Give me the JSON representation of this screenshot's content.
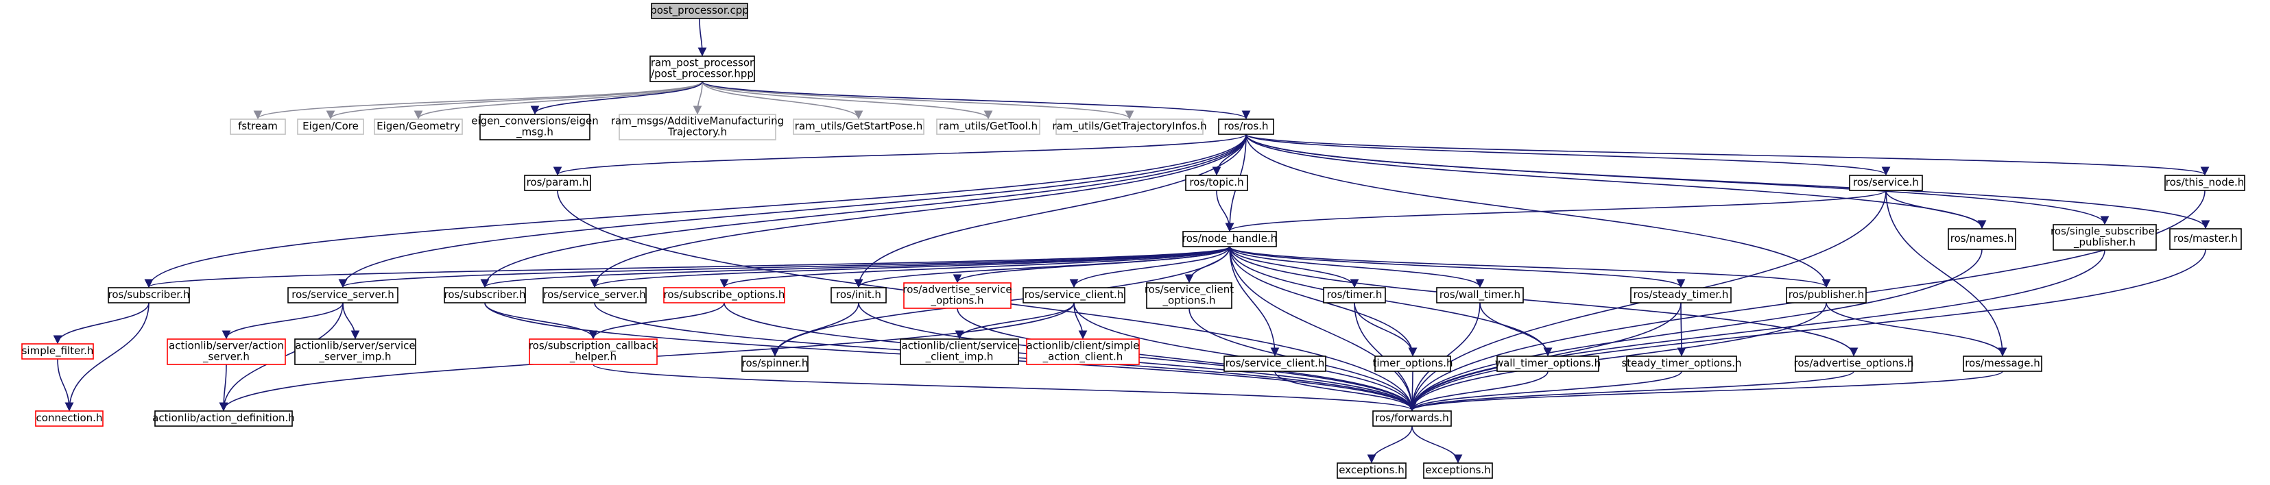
{
  "colors": {
    "edge": "#191970",
    "edge_light": "#8c8c9a",
    "root_fill": "#bfbfbf",
    "normal_border": "#000000",
    "truncated_border": "#ff0000",
    "external_border": "#bfbfbf",
    "external_text": "#8c8c8c"
  },
  "nodes": [
    {
      "id": "post_processor_cpp",
      "style": "root",
      "lines": [
        "post_processor.cpp"
      ]
    },
    {
      "id": "ram_pp_hpp",
      "style": "normal",
      "lines": [
        "ram_post_processor",
        "/post_processor.hpp"
      ]
    },
    {
      "id": "fstream",
      "style": "external",
      "lines": [
        "fstream"
      ]
    },
    {
      "id": "eigen_core",
      "style": "external",
      "lines": [
        "Eigen/Core"
      ]
    },
    {
      "id": "eigen_geometry",
      "style": "external",
      "lines": [
        "Eigen/Geometry"
      ]
    },
    {
      "id": "eigen_conv",
      "style": "normal",
      "lines": [
        "eigen_conversions/eigen",
        "_msg.h"
      ]
    },
    {
      "id": "ram_msgs_amt",
      "style": "external",
      "lines": [
        "ram_msgs/AdditiveManufacturing",
        "Trajectory.h"
      ]
    },
    {
      "id": "get_start_pose",
      "style": "external",
      "lines": [
        "ram_utils/GetStartPose.h"
      ]
    },
    {
      "id": "get_tool",
      "style": "external",
      "lines": [
        "ram_utils/GetTool.h"
      ]
    },
    {
      "id": "get_traj_infos",
      "style": "external",
      "lines": [
        "ram_utils/GetTrajectoryInfos.h"
      ]
    },
    {
      "id": "ros_h",
      "style": "normal",
      "lines": [
        "ros/ros.h"
      ]
    },
    {
      "id": "ros_param",
      "style": "normal",
      "lines": [
        "ros/param.h"
      ]
    },
    {
      "id": "ros_topic",
      "style": "normal",
      "lines": [
        "ros/topic.h"
      ]
    },
    {
      "id": "ros_service",
      "style": "normal",
      "lines": [
        "ros/service.h"
      ]
    },
    {
      "id": "ros_this_node",
      "style": "normal",
      "lines": [
        "ros/this_node.h"
      ]
    },
    {
      "id": "ros_node_handle",
      "style": "normal",
      "lines": [
        "ros/node_handle.h"
      ]
    },
    {
      "id": "ros_names",
      "style": "normal",
      "lines": [
        "ros/names.h"
      ]
    },
    {
      "id": "ros_single_sub_pub",
      "style": "normal",
      "lines": [
        "ros/single_subscriber",
        "_publisher.h"
      ]
    },
    {
      "id": "ros_master",
      "style": "normal",
      "lines": [
        "ros/master.h"
      ]
    },
    {
      "id": "ros_subscriber_left",
      "style": "normal",
      "lines": [
        "ros/subscriber.h"
      ]
    },
    {
      "id": "ros_service_server_left",
      "style": "normal",
      "lines": [
        "ros/service_server.h"
      ]
    },
    {
      "id": "ros_subscriber_mid",
      "style": "normal",
      "lines": [
        "ros/subscriber.h"
      ]
    },
    {
      "id": "ros_service_server_mid",
      "style": "normal",
      "lines": [
        "ros/service_server.h"
      ]
    },
    {
      "id": "ros_subscribe_options",
      "style": "truncated",
      "lines": [
        "ros/subscribe_options.h"
      ]
    },
    {
      "id": "ros_init",
      "style": "normal",
      "lines": [
        "ros/init.h"
      ]
    },
    {
      "id": "ros_adv_service_opts",
      "style": "truncated",
      "lines": [
        "ros/advertise_service",
        "_options.h"
      ]
    },
    {
      "id": "ros_service_client",
      "style": "normal",
      "lines": [
        "ros/service_client.h"
      ]
    },
    {
      "id": "ros_service_client_opts",
      "style": "normal",
      "lines": [
        "ros/service_client",
        "_options.h"
      ]
    },
    {
      "id": "ros_timer",
      "style": "normal",
      "lines": [
        "ros/timer.h"
      ]
    },
    {
      "id": "ros_wall_timer",
      "style": "normal",
      "lines": [
        "ros/wall_timer.h"
      ]
    },
    {
      "id": "ros_steady_timer",
      "style": "normal",
      "lines": [
        "ros/steady_timer.h"
      ]
    },
    {
      "id": "ros_publisher",
      "style": "normal",
      "lines": [
        "ros/publisher.h"
      ]
    },
    {
      "id": "simple_filter",
      "style": "truncated",
      "lines": [
        "simple_filter.h"
      ]
    },
    {
      "id": "connection",
      "style": "truncated",
      "lines": [
        "connection.h"
      ]
    },
    {
      "id": "al_action_server",
      "style": "truncated",
      "lines": [
        "actionlib/server/action",
        "_server.h"
      ]
    },
    {
      "id": "al_service_server_imp",
      "style": "normal",
      "lines": [
        "actionlib/server/service",
        "_server_imp.h"
      ]
    },
    {
      "id": "ros_sub_callback_helper",
      "style": "truncated",
      "lines": [
        "ros/subscription_callback",
        "_helper.h"
      ]
    },
    {
      "id": "ros_spinner",
      "style": "normal",
      "lines": [
        "ros/spinner.h"
      ]
    },
    {
      "id": "al_client_service_imp",
      "style": "normal",
      "lines": [
        "actionlib/client/service",
        "_client_imp.h"
      ]
    },
    {
      "id": "al_client_simple",
      "style": "truncated",
      "lines": [
        "actionlib/client/simple",
        "_action_client.h"
      ]
    },
    {
      "id": "ros_service_client_2",
      "style": "normal",
      "lines": [
        "ros/service_client.h"
      ]
    },
    {
      "id": "timer_options",
      "style": "normal",
      "lines": [
        "timer_options.h"
      ]
    },
    {
      "id": "wall_timer_options",
      "style": "normal",
      "lines": [
        "wall_timer_options.h"
      ]
    },
    {
      "id": "steady_timer_options",
      "style": "normal",
      "lines": [
        "steady_timer_options.h"
      ]
    },
    {
      "id": "ros_advertise_options",
      "style": "normal",
      "lines": [
        "ros/advertise_options.h"
      ]
    },
    {
      "id": "ros_message",
      "style": "normal",
      "lines": [
        "ros/message.h"
      ]
    },
    {
      "id": "al_action_definition",
      "style": "normal",
      "lines": [
        "actionlib/action_definition.h"
      ]
    },
    {
      "id": "ros_forwards",
      "style": "normal",
      "lines": [
        "ros/forwards.h"
      ]
    },
    {
      "id": "exceptions_1",
      "style": "normal",
      "lines": [
        "exceptions.h"
      ]
    },
    {
      "id": "exceptions_2",
      "style": "normal",
      "lines": [
        "exceptions.h"
      ]
    }
  ],
  "edges": [
    {
      "from": "post_processor_cpp",
      "to": "ram_pp_hpp"
    },
    {
      "from": "ram_pp_hpp",
      "to": "fstream",
      "light": true
    },
    {
      "from": "ram_pp_hpp",
      "to": "eigen_core",
      "light": true
    },
    {
      "from": "ram_pp_hpp",
      "to": "eigen_geometry",
      "light": true
    },
    {
      "from": "ram_pp_hpp",
      "to": "eigen_conv"
    },
    {
      "from": "ram_pp_hpp",
      "to": "ram_msgs_amt",
      "light": true
    },
    {
      "from": "ram_pp_hpp",
      "to": "get_start_pose",
      "light": true
    },
    {
      "from": "ram_pp_hpp",
      "to": "get_tool",
      "light": true
    },
    {
      "from": "ram_pp_hpp",
      "to": "get_traj_infos",
      "light": true
    },
    {
      "from": "ram_pp_hpp",
      "to": "ros_h"
    },
    {
      "from": "ros_h",
      "to": "ros_param"
    },
    {
      "from": "ros_h",
      "to": "ros_topic"
    },
    {
      "from": "ros_h",
      "to": "ros_node_handle"
    },
    {
      "from": "ros_h",
      "to": "ros_service"
    },
    {
      "from": "ros_h",
      "to": "ros_names"
    },
    {
      "from": "ros_h",
      "to": "ros_single_sub_pub"
    },
    {
      "from": "ros_h",
      "to": "ros_master"
    },
    {
      "from": "ros_h",
      "to": "ros_this_node"
    },
    {
      "from": "ros_h",
      "to": "ros_subscriber_left"
    },
    {
      "from": "ros_h",
      "to": "ros_service_server_left"
    },
    {
      "from": "ros_h",
      "to": "ros_subscriber_mid"
    },
    {
      "from": "ros_h",
      "to": "ros_service_server_mid"
    },
    {
      "from": "ros_h",
      "to": "ros_init"
    },
    {
      "from": "ros_h",
      "to": "ros_publisher"
    },
    {
      "from": "ros_param",
      "to": "ros_forwards"
    },
    {
      "from": "ros_topic",
      "to": "ros_node_handle"
    },
    {
      "from": "ros_service",
      "to": "ros_node_handle"
    },
    {
      "from": "ros_service",
      "to": "ros_names"
    },
    {
      "from": "ros_service",
      "to": "ros_message"
    },
    {
      "from": "ros_service",
      "to": "ros_forwards"
    },
    {
      "from": "ros_this_node",
      "to": "ros_forwards"
    },
    {
      "from": "ros_names",
      "to": "ros_forwards"
    },
    {
      "from": "ros_single_sub_pub",
      "to": "ros_forwards"
    },
    {
      "from": "ros_master",
      "to": "ros_forwards"
    },
    {
      "from": "ros_node_handle",
      "to": "ros_subscriber_left"
    },
    {
      "from": "ros_node_handle",
      "to": "ros_service_server_left"
    },
    {
      "from": "ros_node_handle",
      "to": "ros_subscriber_mid"
    },
    {
      "from": "ros_node_handle",
      "to": "ros_service_server_mid"
    },
    {
      "from": "ros_node_handle",
      "to": "ros_subscribe_options"
    },
    {
      "from": "ros_node_handle",
      "to": "ros_init"
    },
    {
      "from": "ros_node_handle",
      "to": "ros_adv_service_opts"
    },
    {
      "from": "ros_node_handle",
      "to": "ros_service_client"
    },
    {
      "from": "ros_node_handle",
      "to": "ros_service_client_opts"
    },
    {
      "from": "ros_node_handle",
      "to": "ros_timer"
    },
    {
      "from": "ros_node_handle",
      "to": "ros_wall_timer"
    },
    {
      "from": "ros_node_handle",
      "to": "ros_steady_timer"
    },
    {
      "from": "ros_node_handle",
      "to": "ros_publisher"
    },
    {
      "from": "ros_node_handle",
      "to": "ros_spinner"
    },
    {
      "from": "ros_node_handle",
      "to": "ros_service_client_2"
    },
    {
      "from": "ros_node_handle",
      "to": "timer_options"
    },
    {
      "from": "ros_node_handle",
      "to": "wall_timer_options"
    },
    {
      "from": "ros_node_handle",
      "to": "ros_advertise_options"
    },
    {
      "from": "ros_node_handle",
      "to": "ros_forwards"
    },
    {
      "from": "ros_subscriber_left",
      "to": "simple_filter"
    },
    {
      "from": "ros_subscriber_left",
      "to": "connection"
    },
    {
      "from": "simple_filter",
      "to": "connection"
    },
    {
      "from": "ros_service_server_left",
      "to": "al_action_server"
    },
    {
      "from": "ros_service_server_left",
      "to": "al_service_server_imp"
    },
    {
      "from": "ros_service_server_left",
      "to": "al_action_definition"
    },
    {
      "from": "al_action_server",
      "to": "al_action_definition"
    },
    {
      "from": "ros_subscriber_mid",
      "to": "ros_sub_callback_helper"
    },
    {
      "from": "ros_subscriber_mid",
      "to": "ros_forwards"
    },
    {
      "from": "ros_service_server_mid",
      "to": "ros_forwards"
    },
    {
      "from": "ros_subscribe_options",
      "to": "ros_sub_callback_helper"
    },
    {
      "from": "ros_subscribe_options",
      "to": "ros_forwards"
    },
    {
      "from": "ros_sub_callback_helper",
      "to": "ros_forwards"
    },
    {
      "from": "ros_init",
      "to": "ros_spinner"
    },
    {
      "from": "ros_init",
      "to": "ros_forwards"
    },
    {
      "from": "ros_adv_service_opts",
      "to": "ros_forwards"
    },
    {
      "from": "ros_service_client",
      "to": "al_client_service_imp"
    },
    {
      "from": "ros_service_client",
      "to": "al_client_simple"
    },
    {
      "from": "ros_service_client",
      "to": "al_action_definition"
    },
    {
      "from": "ros_service_client",
      "to": "ros_forwards"
    },
    {
      "from": "ros_service_client_opts",
      "to": "ros_forwards"
    },
    {
      "from": "ros_timer",
      "to": "timer_options"
    },
    {
      "from": "ros_timer",
      "to": "ros_forwards"
    },
    {
      "from": "ros_wall_timer",
      "to": "wall_timer_options"
    },
    {
      "from": "ros_wall_timer",
      "to": "ros_forwards"
    },
    {
      "from": "ros_steady_timer",
      "to": "steady_timer_options"
    },
    {
      "from": "ros_steady_timer",
      "to": "ros_forwards"
    },
    {
      "from": "ros_publisher",
      "to": "ros_message"
    },
    {
      "from": "ros_publisher",
      "to": "ros_forwards"
    },
    {
      "from": "ros_service_client_2",
      "to": "ros_forwards"
    },
    {
      "from": "timer_options",
      "to": "ros_forwards"
    },
    {
      "from": "wall_timer_options",
      "to": "ros_forwards"
    },
    {
      "from": "steady_timer_options",
      "to": "ros_forwards"
    },
    {
      "from": "ros_advertise_options",
      "to": "ros_forwards"
    },
    {
      "from": "ros_message",
      "to": "ros_forwards"
    },
    {
      "from": "ros_forwards",
      "to": "exceptions_1"
    },
    {
      "from": "ros_forwards",
      "to": "exceptions_2"
    }
  ]
}
